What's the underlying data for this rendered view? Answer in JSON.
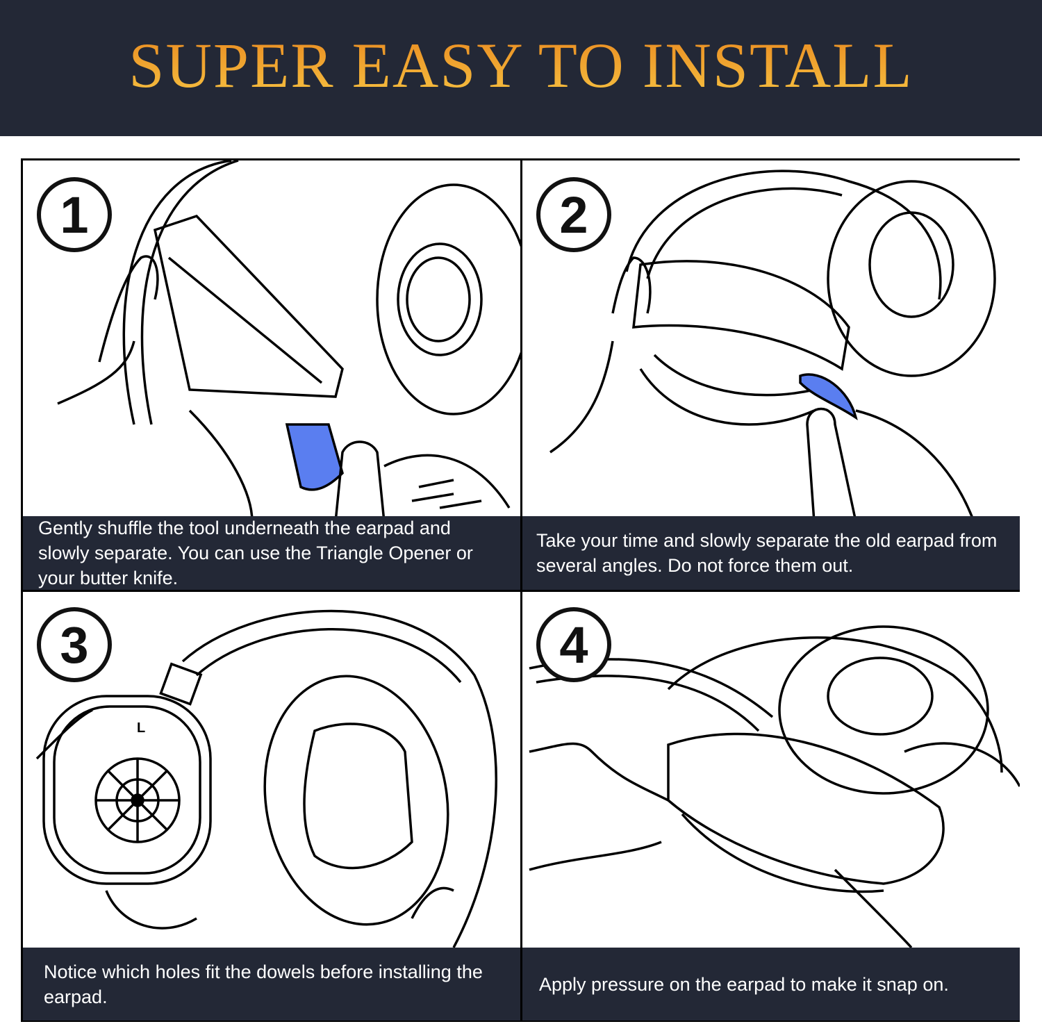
{
  "header": {
    "title": "SUPER EASY TO INSTALL"
  },
  "colors": {
    "background": "#232836",
    "title_top": "#e8871e",
    "title_bottom": "#f7c443",
    "tool": "#5a7ef0"
  },
  "steps": [
    {
      "number": "1",
      "caption": "Gently shuffle the tool underneath the earpad and slowly separate. You can use the Triangle Opener or your butter knife."
    },
    {
      "number": "2",
      "caption": "Take your time and slowly separate the old earpad from several angles. Do not force them out."
    },
    {
      "number": "3",
      "caption": "Notice which holes fit the dowels before installing the earpad.",
      "marking": "L"
    },
    {
      "number": "4",
      "caption": "Apply pressure on the earpad to make it snap on."
    }
  ]
}
